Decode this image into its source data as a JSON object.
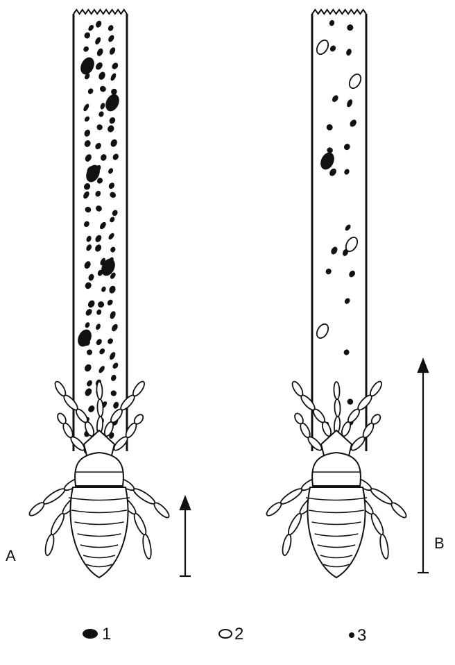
{
  "panels": [
    {
      "label": "A"
    },
    {
      "label": "B"
    }
  ],
  "legend": [
    {
      "key": "1",
      "marker": "large-filled-oval"
    },
    {
      "key": "2",
      "marker": "open-oval"
    },
    {
      "key": "3",
      "marker": "small-filled-dot"
    }
  ],
  "colors": {
    "ink": "#111111",
    "paper": "#ffffff"
  }
}
